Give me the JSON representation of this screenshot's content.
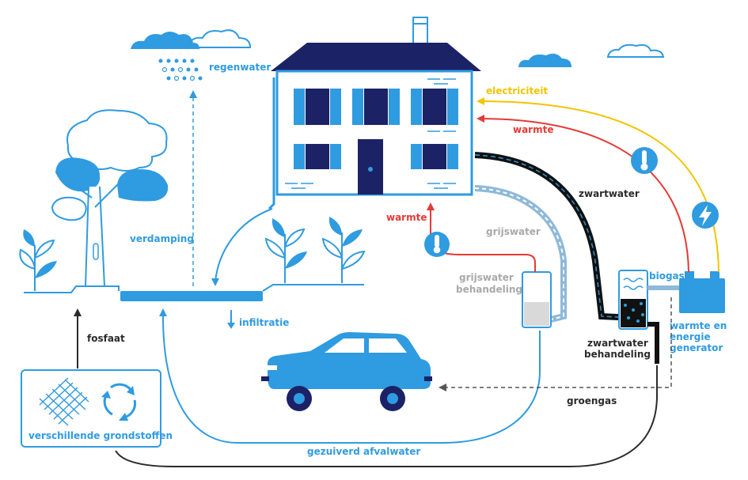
{
  "labels": {
    "regenwater": "regenwater",
    "verdamping": "verdamping",
    "infiltratie": "infiltratie",
    "fosfaat": "fosfaat",
    "grondstoffen": "verschillende grondstoffen",
    "gezuiverd": "gezuiverd afvalwater",
    "groengas": "groengas",
    "warmte_left": "warmte",
    "warmte_top": "warmte",
    "electriciteit": "electriciteit",
    "zwartwater": "zwartwater",
    "grijswater": "grijswater",
    "grijswater_behandeling_1": "grijswater",
    "grijswater_behandeling_2": "behandeling",
    "zwartwater_behandeling_1": "zwartwater",
    "zwartwater_behandeling_2": "behandeling",
    "biogas": "biogas",
    "generator_1": "warmte en",
    "generator_2": "energie",
    "generator_3": "generator"
  },
  "colors": {
    "light_blue": "#2f9be0",
    "navy": "#1c2266",
    "red": "#e53935",
    "yellow": "#f2c400",
    "gray": "#a9a9a9",
    "dark": "#2b2b2b"
  },
  "icons": [
    "cloud-icon",
    "rain-icon",
    "house-icon",
    "tree-icon",
    "plant-icon",
    "car-icon",
    "thermometer-icon",
    "lightning-icon",
    "recycle-icon",
    "mesh-icon",
    "generator-icon",
    "tank-icon"
  ]
}
